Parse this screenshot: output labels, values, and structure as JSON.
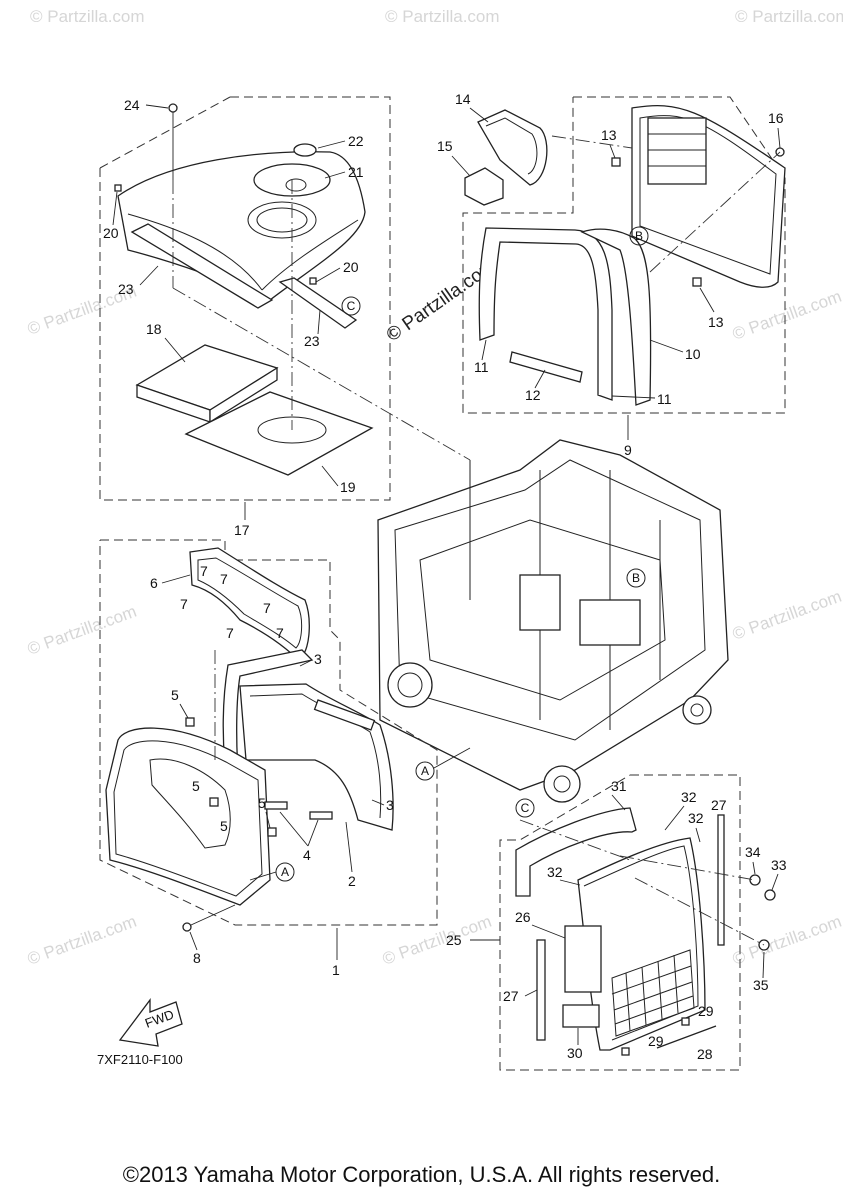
{
  "watermark": {
    "text": "© Partzilla.com"
  },
  "drawing_code": "7XF2110-F100",
  "fwd_label": "FWD",
  "copyright": "©2013 Yamaha Motor Corporation, U.S.A. All rights reserved.",
  "reference_letters": [
    "A",
    "B",
    "C"
  ],
  "callouts": [
    "1",
    "2",
    "3",
    "4",
    "5",
    "6",
    "7",
    "8",
    "9",
    "10",
    "11",
    "12",
    "13",
    "14",
    "15",
    "16",
    "17",
    "18",
    "19",
    "20",
    "21",
    "22",
    "23",
    "24",
    "25",
    "26",
    "27",
    "28",
    "29",
    "30",
    "31",
    "32",
    "33",
    "34",
    "35"
  ]
}
